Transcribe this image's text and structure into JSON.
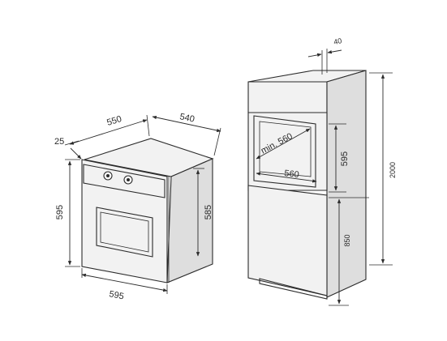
{
  "oven": {
    "dimensions": {
      "depth_total": "550",
      "depth_body": "540",
      "front_offset": "25",
      "height_front": "595",
      "height_body": "585",
      "width": "595"
    }
  },
  "cabinet": {
    "dimensions": {
      "top_gap": "40",
      "niche_depth": "min. 560",
      "niche_width": "560",
      "niche_height": "595",
      "lower_height": "850",
      "total_height": "2000"
    }
  },
  "colors": {
    "line": "#2b2b2b",
    "shade_light": "#f2f2f2",
    "shade_mid": "#dedede",
    "shade_dark": "#9a9a9a"
  }
}
